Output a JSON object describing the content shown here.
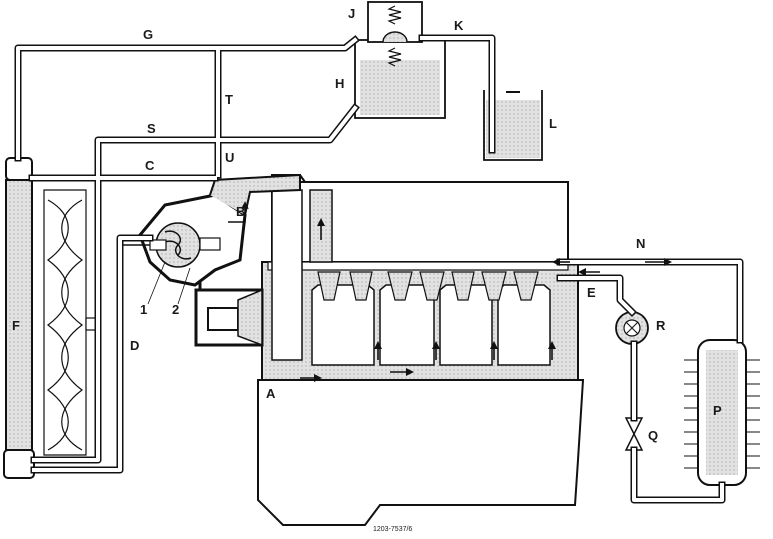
{
  "labels": {
    "A": "A",
    "B": "B",
    "C": "C",
    "D": "D",
    "E": "E",
    "F": "F",
    "G": "G",
    "H": "H",
    "J": "J",
    "K": "K",
    "L": "L",
    "N": "N",
    "P": "P",
    "Q": "Q",
    "R": "R",
    "S": "S",
    "T": "T",
    "U": "U",
    "one": "1",
    "two": "2"
  },
  "reference_number": "1203-7537/6"
}
